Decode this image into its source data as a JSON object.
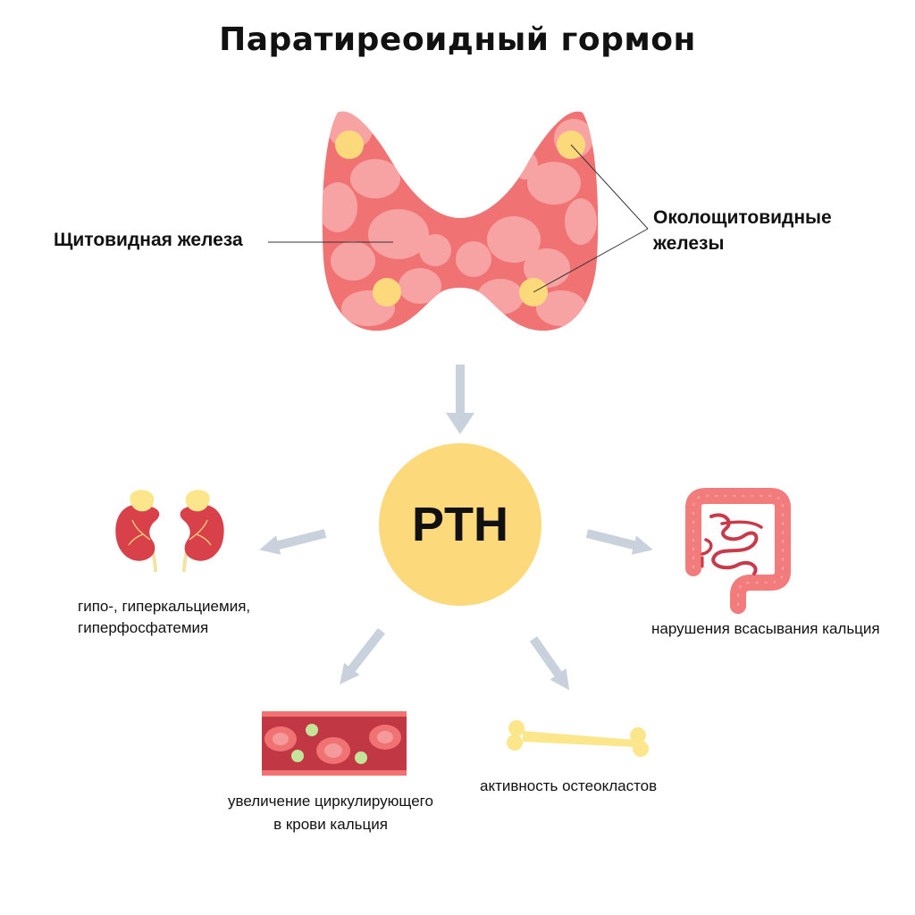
{
  "title": "Паратиреоидный гормон",
  "labels": {
    "thyroid": "Щитовидная железа",
    "parathyroid_line1": "Околощитовидные",
    "parathyroid_line2": "железы"
  },
  "center": {
    "text": "PTH"
  },
  "effects": {
    "kidney_line1": "гипо-, гиперкальциемия,",
    "kidney_line2": "гиперфосфатемия",
    "intestine": "нарушения всасывания кальция",
    "blood_line1": "увеличение циркулирующего",
    "blood_line2": "в крови кальция",
    "bone": "активность остеокластов"
  },
  "colors": {
    "thyroid_fill": "#f07272",
    "thyroid_lobule": "#f8a3a3",
    "parathyroid": "#fcd97b",
    "arrow": "#c9d1dc",
    "kidney": "#d9414a",
    "blood_vessel": "#c23744",
    "bone": "#fbe68c",
    "intestine": "#f27c7c"
  }
}
